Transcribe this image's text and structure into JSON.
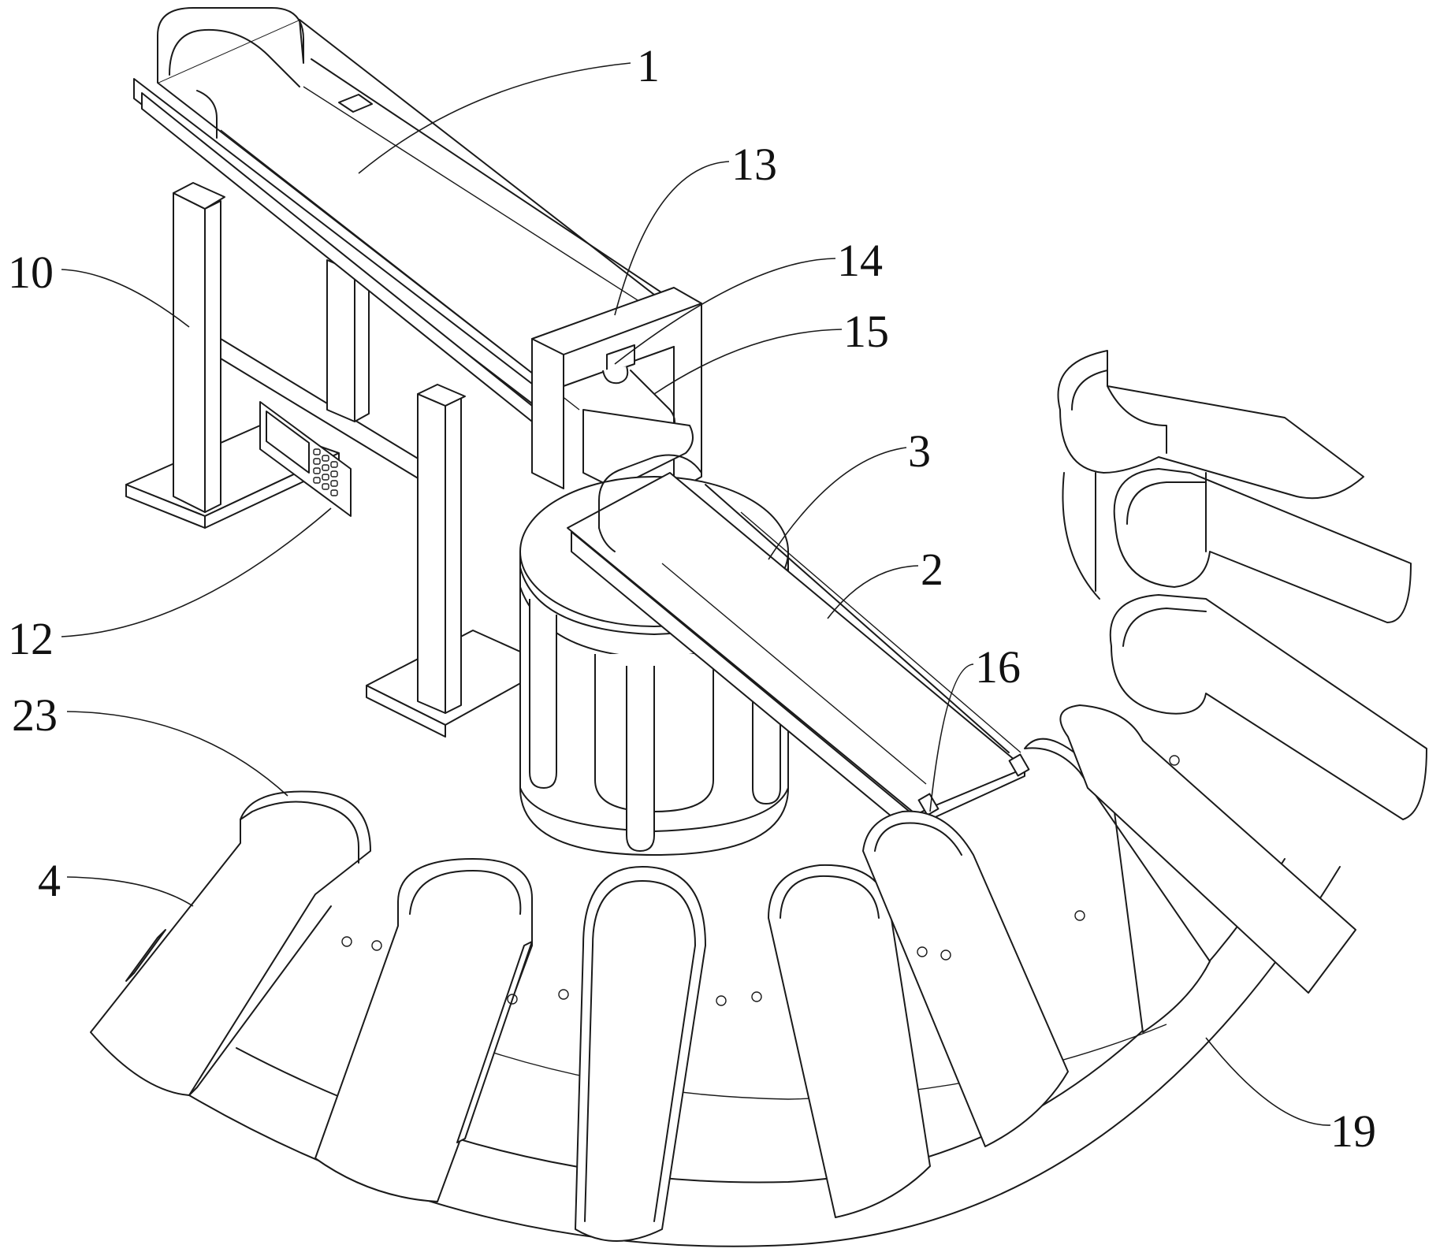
{
  "figure": {
    "type": "patent-style isometric line drawing",
    "subject": "sorting conveyor with rotary distribution and radial chute array",
    "line_color": "#1a1a1a",
    "background": "#ffffff"
  },
  "labels": [
    {
      "id": "1",
      "text": "1",
      "part": "upper-conveyor"
    },
    {
      "id": "13",
      "text": "13",
      "part": "gate-frame"
    },
    {
      "id": "14",
      "text": "14",
      "part": "gate-sensor-mount"
    },
    {
      "id": "15",
      "text": "15",
      "part": "guide-roller"
    },
    {
      "id": "10",
      "text": "10",
      "part": "support-frame"
    },
    {
      "id": "3",
      "text": "3",
      "part": "rotary-drum"
    },
    {
      "id": "2",
      "text": "2",
      "part": "lower-conveyor"
    },
    {
      "id": "12",
      "text": "12",
      "part": "control-panel"
    },
    {
      "id": "16",
      "text": "16",
      "part": "end-bracket"
    },
    {
      "id": "23",
      "text": "23",
      "part": "chute-end-cap"
    },
    {
      "id": "4",
      "text": "4",
      "part": "chute"
    },
    {
      "id": "19",
      "text": "19",
      "part": "base-ring"
    }
  ],
  "parts": {
    "chute_count_lower_arc": 6,
    "chute_count_right_stack": 3,
    "keypad_keys": 12
  }
}
